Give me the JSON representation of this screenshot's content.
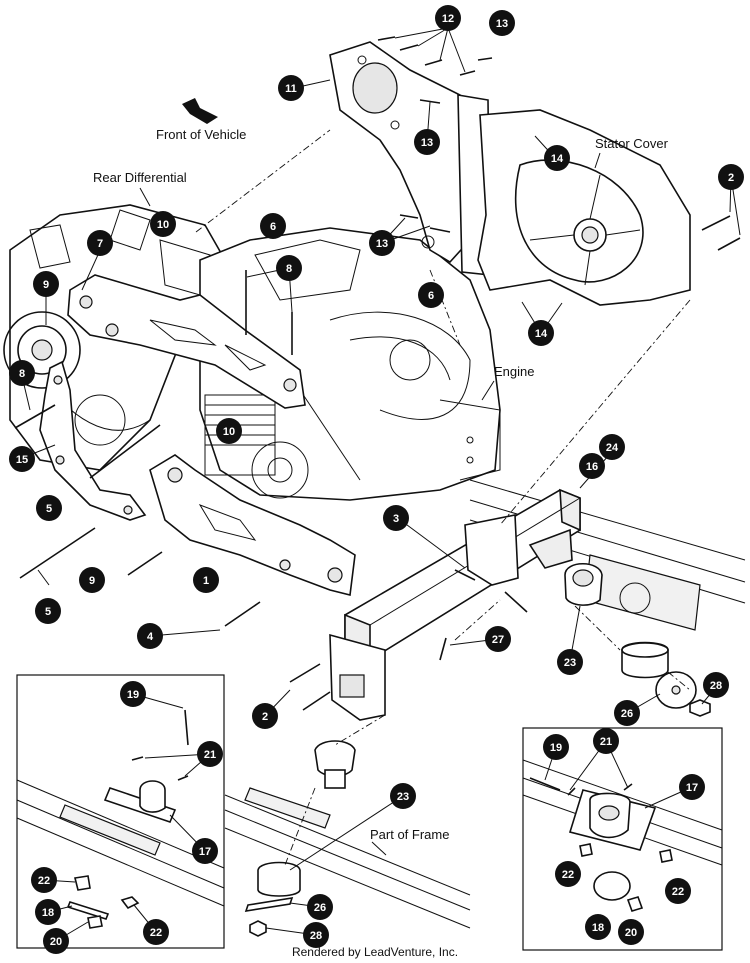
{
  "labels": {
    "front_of_vehicle": "Front of Vehicle",
    "rear_differential": "Rear Differential",
    "stator_cover": "Stator Cover",
    "engine": "Engine",
    "part_of_frame": "Part of Frame"
  },
  "credit": "Rendered by LeadVenture, Inc.",
  "callouts": [
    {
      "id": "c12",
      "n": "12"
    },
    {
      "id": "c13a",
      "n": "13"
    },
    {
      "id": "c11",
      "n": "11"
    },
    {
      "id": "c13b",
      "n": "13"
    },
    {
      "id": "c14a",
      "n": "14"
    },
    {
      "id": "c2a",
      "n": "2"
    },
    {
      "id": "c6a",
      "n": "6"
    },
    {
      "id": "c13c",
      "n": "13"
    },
    {
      "id": "c10a",
      "n": "10"
    },
    {
      "id": "c7",
      "n": "7"
    },
    {
      "id": "c8a",
      "n": "8"
    },
    {
      "id": "c6b",
      "n": "6"
    },
    {
      "id": "c14b",
      "n": "14"
    },
    {
      "id": "c9a",
      "n": "9"
    },
    {
      "id": "c8b",
      "n": "8"
    },
    {
      "id": "c10b",
      "n": "10"
    },
    {
      "id": "c15",
      "n": "15"
    },
    {
      "id": "c24",
      "n": "24"
    },
    {
      "id": "c16",
      "n": "16"
    },
    {
      "id": "c5a",
      "n": "5"
    },
    {
      "id": "c3",
      "n": "3"
    },
    {
      "id": "c9b",
      "n": "9"
    },
    {
      "id": "c1",
      "n": "1"
    },
    {
      "id": "c5b",
      "n": "5"
    },
    {
      "id": "c4",
      "n": "4"
    },
    {
      "id": "c27",
      "n": "27"
    },
    {
      "id": "c23a",
      "n": "23"
    },
    {
      "id": "c28a",
      "n": "28"
    },
    {
      "id": "c26a",
      "n": "26"
    },
    {
      "id": "c2b",
      "n": "2"
    },
    {
      "id": "c19a",
      "n": "19"
    },
    {
      "id": "c21a",
      "n": "21"
    },
    {
      "id": "c17a",
      "n": "17"
    },
    {
      "id": "c23b",
      "n": "23"
    },
    {
      "id": "c19b",
      "n": "19"
    },
    {
      "id": "c21b",
      "n": "21"
    },
    {
      "id": "c17b",
      "n": "17"
    },
    {
      "id": "c22a",
      "n": "22"
    },
    {
      "id": "c18a",
      "n": "18"
    },
    {
      "id": "c22b",
      "n": "22"
    },
    {
      "id": "c20a",
      "n": "20"
    },
    {
      "id": "c26b",
      "n": "26"
    },
    {
      "id": "c28b",
      "n": "28"
    },
    {
      "id": "c22c",
      "n": "22"
    },
    {
      "id": "c22d",
      "n": "22"
    },
    {
      "id": "c18b",
      "n": "18"
    },
    {
      "id": "c20b",
      "n": "20"
    }
  ]
}
